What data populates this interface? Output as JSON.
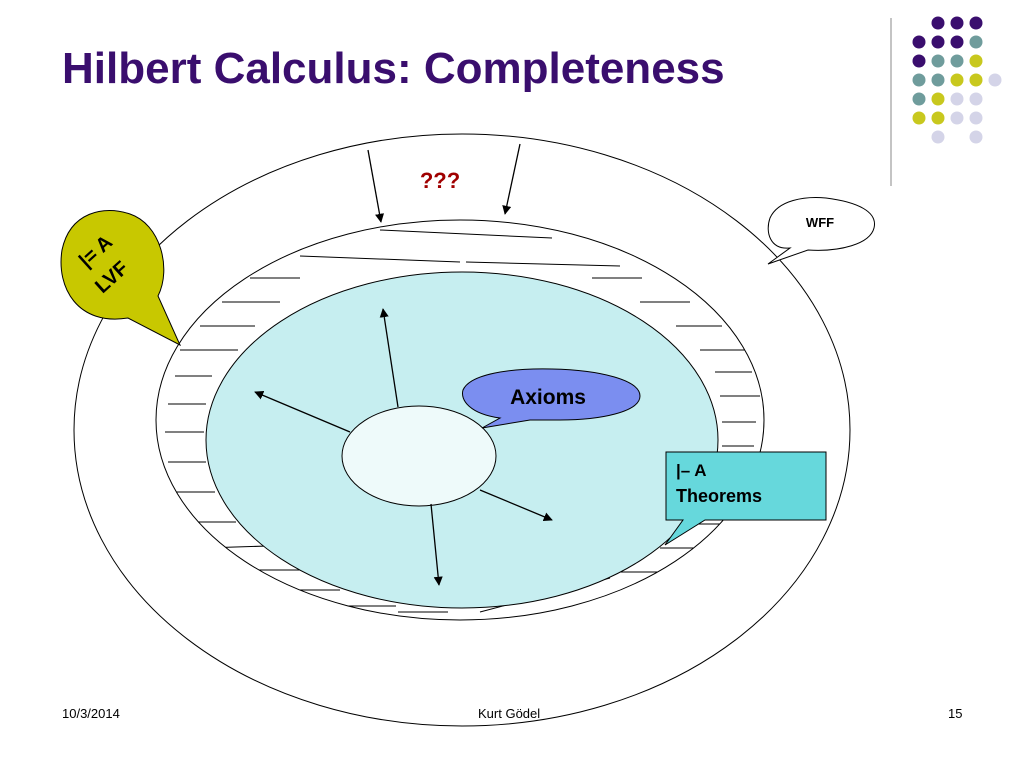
{
  "slide": {
    "title": "Hilbert Calculus: Completeness"
  },
  "diagram": {
    "question_label": "???",
    "wff_label": "WFF",
    "lvf_label_line1": "|= A",
    "lvf_label_line2": "LVF",
    "axioms_label": "Axioms",
    "theorems_label_line1": "|– A",
    "theorems_label_line2": "Theorems"
  },
  "colors": {
    "title": "#3a0e6e",
    "question": "#a00000",
    "lvf_callout": "#c8c800",
    "axioms_callout": "#7b8ef0",
    "theorems_callout": "#66d8dc",
    "inner_region": "#c6eef0",
    "dot_purple": "#3a0e6e",
    "dot_teal": "#6f9c9c",
    "dot_yellow": "#c8c81e",
    "dot_lavender": "#d4d4e8"
  },
  "footer": {
    "date": "10/3/2014",
    "author": "Kurt Gödel",
    "page": "15"
  }
}
